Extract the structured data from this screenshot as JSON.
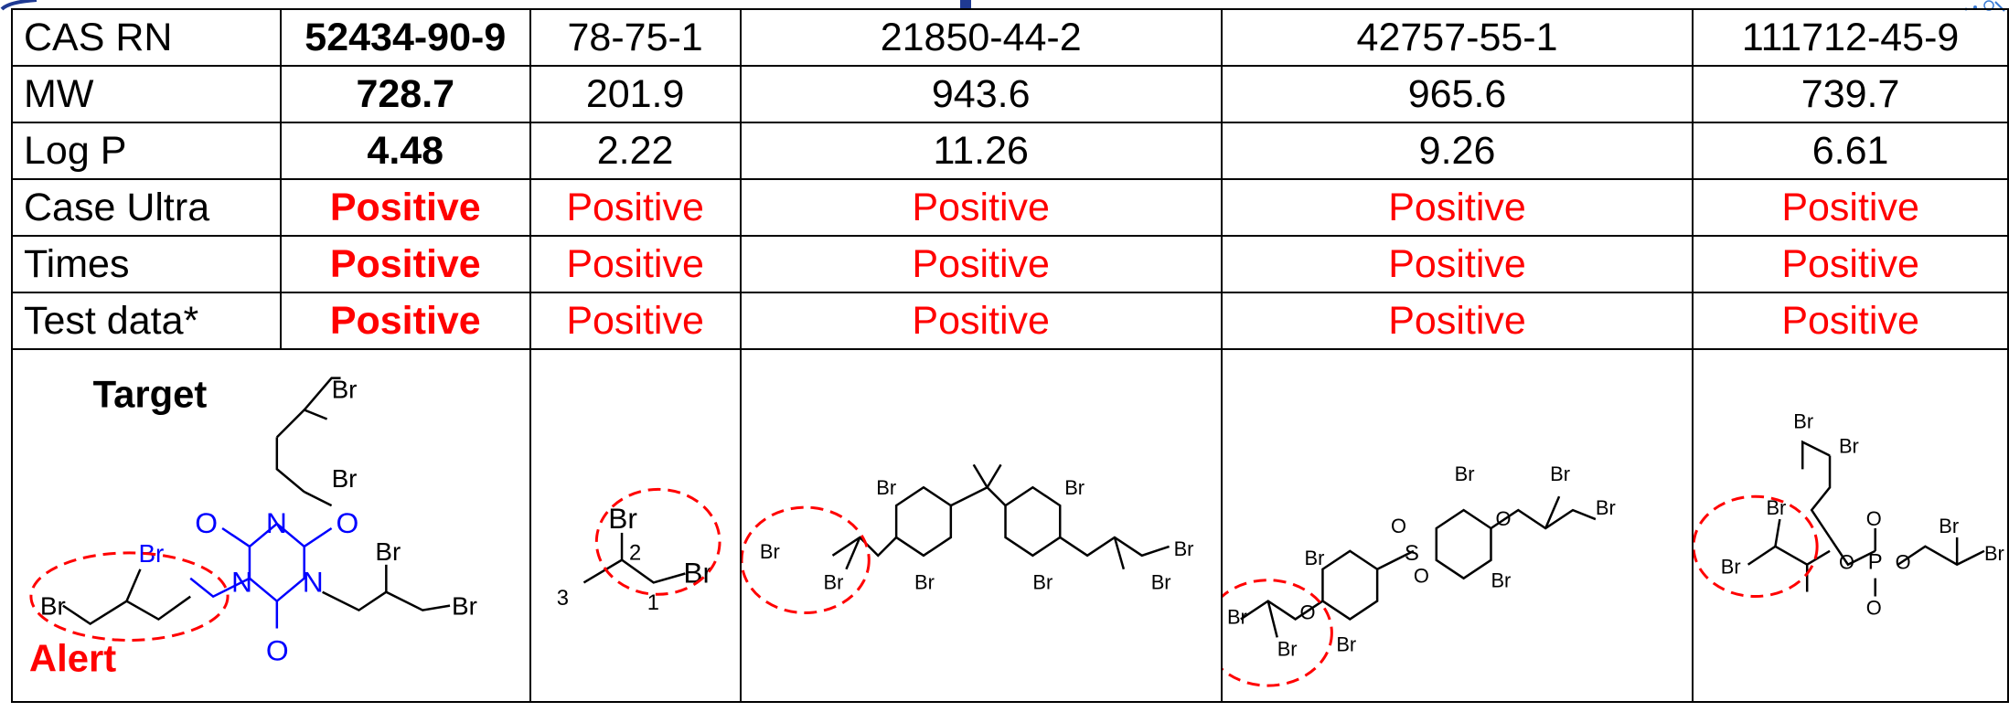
{
  "table": {
    "rows": [
      {
        "label": "CAS RN",
        "target": "52434-90-9",
        "cells": [
          "78-75-1",
          "21850-44-2",
          "42757-55-1",
          "111712-45-9"
        ],
        "color": "#000000"
      },
      {
        "label": "MW",
        "target": "728.7",
        "cells": [
          "201.9",
          "943.6",
          "965.6",
          "739.7"
        ],
        "color": "#000000"
      },
      {
        "label": "Log P",
        "target": "4.48",
        "cells": [
          "2.22",
          "11.26",
          "9.26",
          "6.61"
        ],
        "color": "#000000"
      },
      {
        "label": "Case Ultra",
        "target": "Positive",
        "cells": [
          "Positive",
          "Positive",
          "Positive",
          "Positive"
        ],
        "color": "#ff0000"
      },
      {
        "label": "Times",
        "target": "Positive",
        "cells": [
          "Positive",
          "Positive",
          "Positive",
          "Positive"
        ],
        "color": "#ff0000"
      },
      {
        "label": "Test data*",
        "target": "Positive",
        "cells": [
          "Positive",
          "Positive",
          "Positive",
          "Positive"
        ],
        "color": "#ff0000"
      }
    ]
  },
  "structures": {
    "target_caption": "Target",
    "alert_caption": "Alert",
    "atom_br": "Br",
    "atom_o": "O",
    "atom_n": "N",
    "atom_s": "S",
    "atom_p": "P",
    "numbering": [
      "1",
      "2",
      "3"
    ]
  },
  "colors": {
    "alert_text": "#ff0000",
    "alert_circle": "#ff0000",
    "target_substructure": "#0000ff",
    "grid_lines": "#000000",
    "header_arc": "#1f3a93"
  }
}
